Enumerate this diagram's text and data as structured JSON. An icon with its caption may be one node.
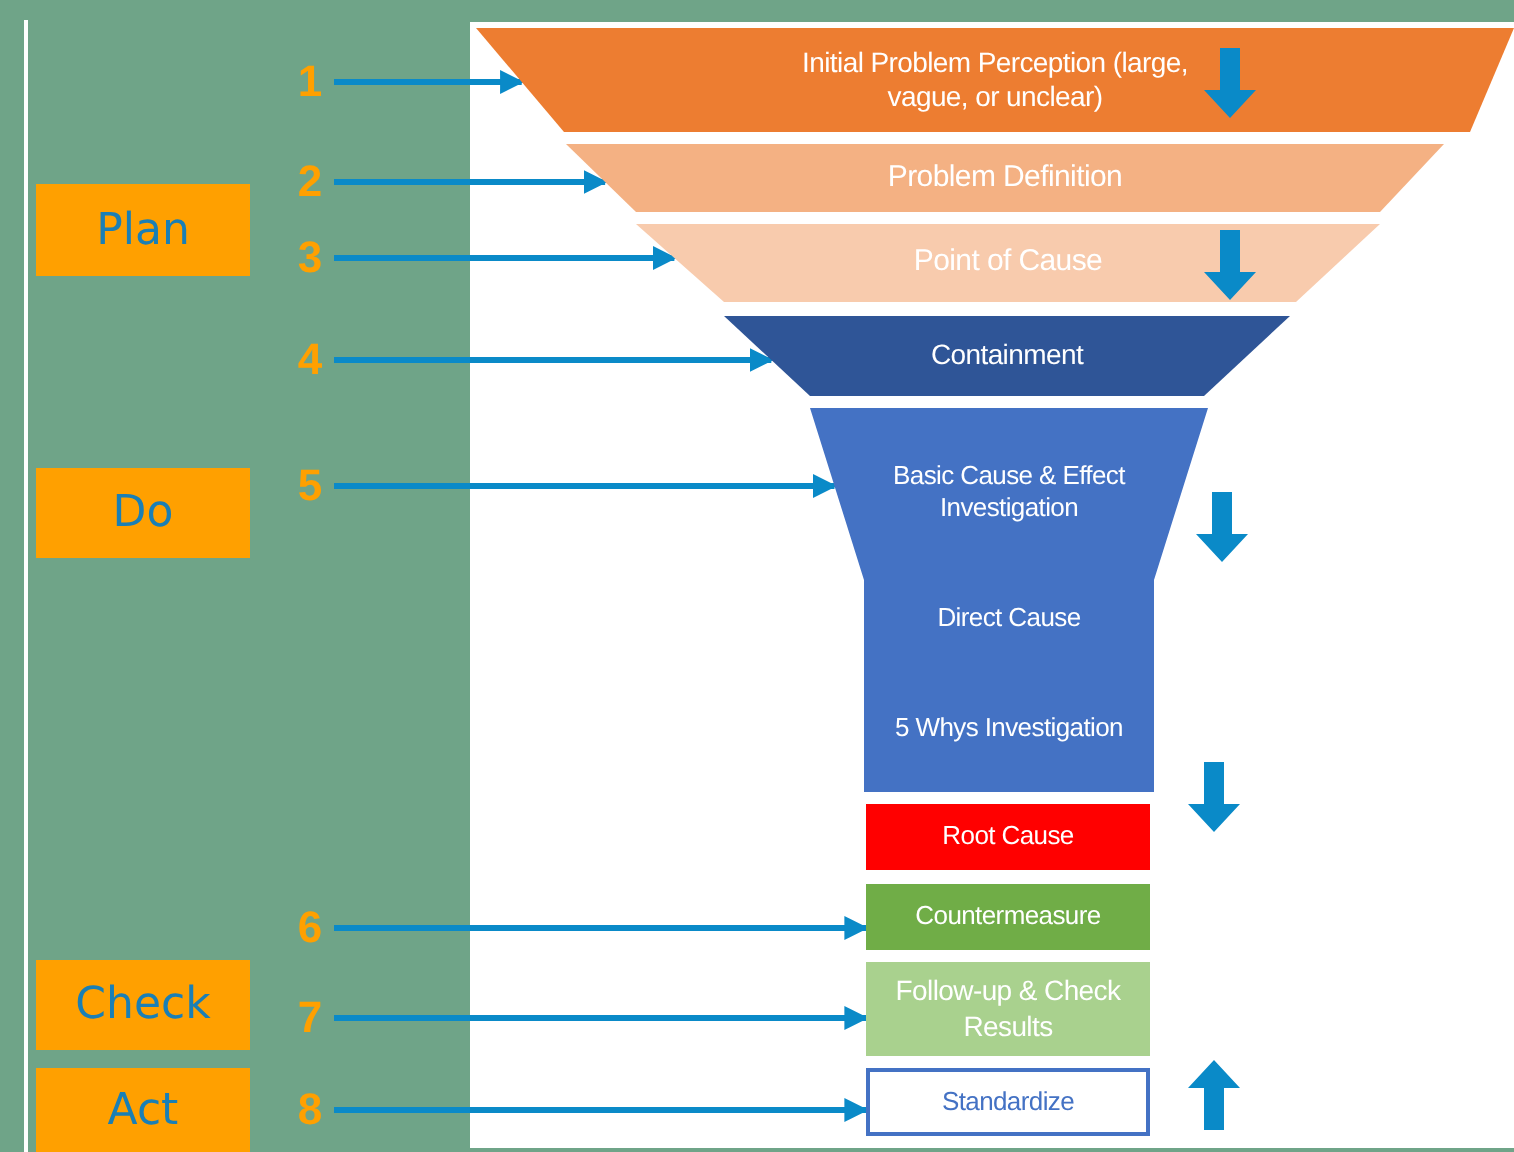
{
  "diagram": {
    "nodes": [
      {
        "text": [
          "Plan"
        ]
      },
      {
        "text": [
          "Do"
        ]
      },
      {
        "text": [
          "Check"
        ]
      },
      {
        "text": [
          "Act"
        ]
      },
      {
        "text": [
          "1"
        ]
      },
      {
        "text": [
          "2"
        ]
      },
      {
        "text": [
          "3"
        ]
      },
      {
        "text": [
          "4"
        ]
      },
      {
        "text": [
          "5"
        ]
      },
      {
        "text": [
          "6"
        ]
      },
      {
        "text": [
          "7"
        ]
      },
      {
        "text": [
          "8"
        ]
      },
      {
        "text": [
          "Initial Problem Perception (large, vague, or unclear)"
        ]
      },
      {
        "text": [
          "Problem Definition"
        ]
      },
      {
        "text": [
          "Point of Cause"
        ]
      },
      {
        "text": [
          "Containment"
        ]
      },
      {
        "text": [
          "Basic Cause & Effect Investigation",
          "Direct Cause",
          "5 Whys Investigation"
        ]
      },
      {
        "text": [
          "Root Cause"
        ]
      },
      {
        "text": [
          "Countermeasure"
        ]
      },
      {
        "text": [
          "Follow-up & Check Results"
        ]
      },
      {
        "text": [
          "Standardize"
        ]
      }
    ],
    "edges": [
      {
        "from": 4,
        "to": 12,
        "arrow": "to"
      },
      {
        "from": 5,
        "to": 13,
        "arrow": "to"
      },
      {
        "from": 6,
        "to": 14,
        "arrow": "to"
      },
      {
        "from": 7,
        "to": 15,
        "arrow": "to"
      },
      {
        "from": 8,
        "to": 16,
        "arrow": "to"
      },
      {
        "from": 9,
        "to": 18,
        "arrow": "to"
      },
      {
        "from": 10,
        "to": 19,
        "arrow": "to"
      },
      {
        "from": 11,
        "to": 20,
        "arrow": "to"
      }
    ]
  }
}
